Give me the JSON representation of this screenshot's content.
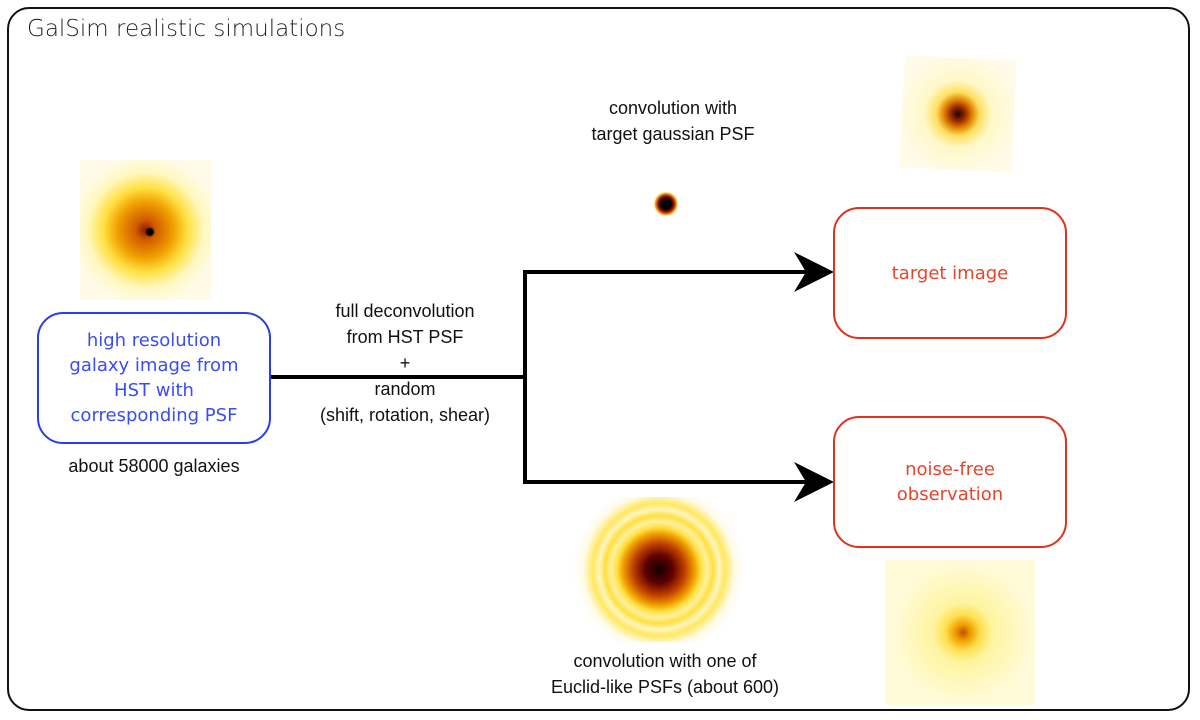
{
  "title": "GalSim realistic simulations",
  "source_box": {
    "lines": [
      "high resolution",
      "galaxy image from",
      "HST with",
      "corresponding PSF"
    ],
    "caption": "about 58000 galaxies"
  },
  "middle_label": {
    "lines": [
      "full deconvolution",
      "from HST PSF",
      "+",
      "random",
      "(shift, rotation, shear)"
    ]
  },
  "top_label": {
    "lines": [
      "convolution with",
      "target gaussian PSF"
    ]
  },
  "bottom_label": {
    "lines": [
      "convolution with one of",
      "Euclid-like PSFs (about 600)"
    ]
  },
  "target_box": {
    "label": "target image"
  },
  "observation_box": {
    "lines": [
      "noise-free",
      "observation"
    ]
  },
  "colors": {
    "source": "#2a3cf0",
    "output": "#e0321a",
    "arrows": "#000000"
  }
}
